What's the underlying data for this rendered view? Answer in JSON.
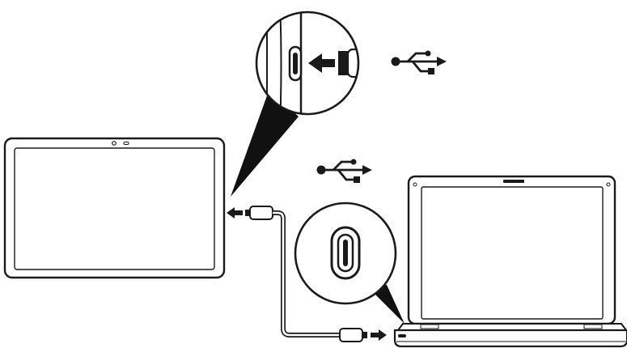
{
  "diagram": {
    "description_visible_text": "",
    "devices": [
      "tablet",
      "laptop"
    ],
    "connector": "usb-type-c",
    "icons": [
      "usb-icon",
      "usb-icon",
      "arrow-icon",
      "arrow-icon",
      "arrow-icon"
    ]
  },
  "colors": {
    "line": "#1a1a1a",
    "fill": "#ffffff",
    "cone": "#111111"
  }
}
